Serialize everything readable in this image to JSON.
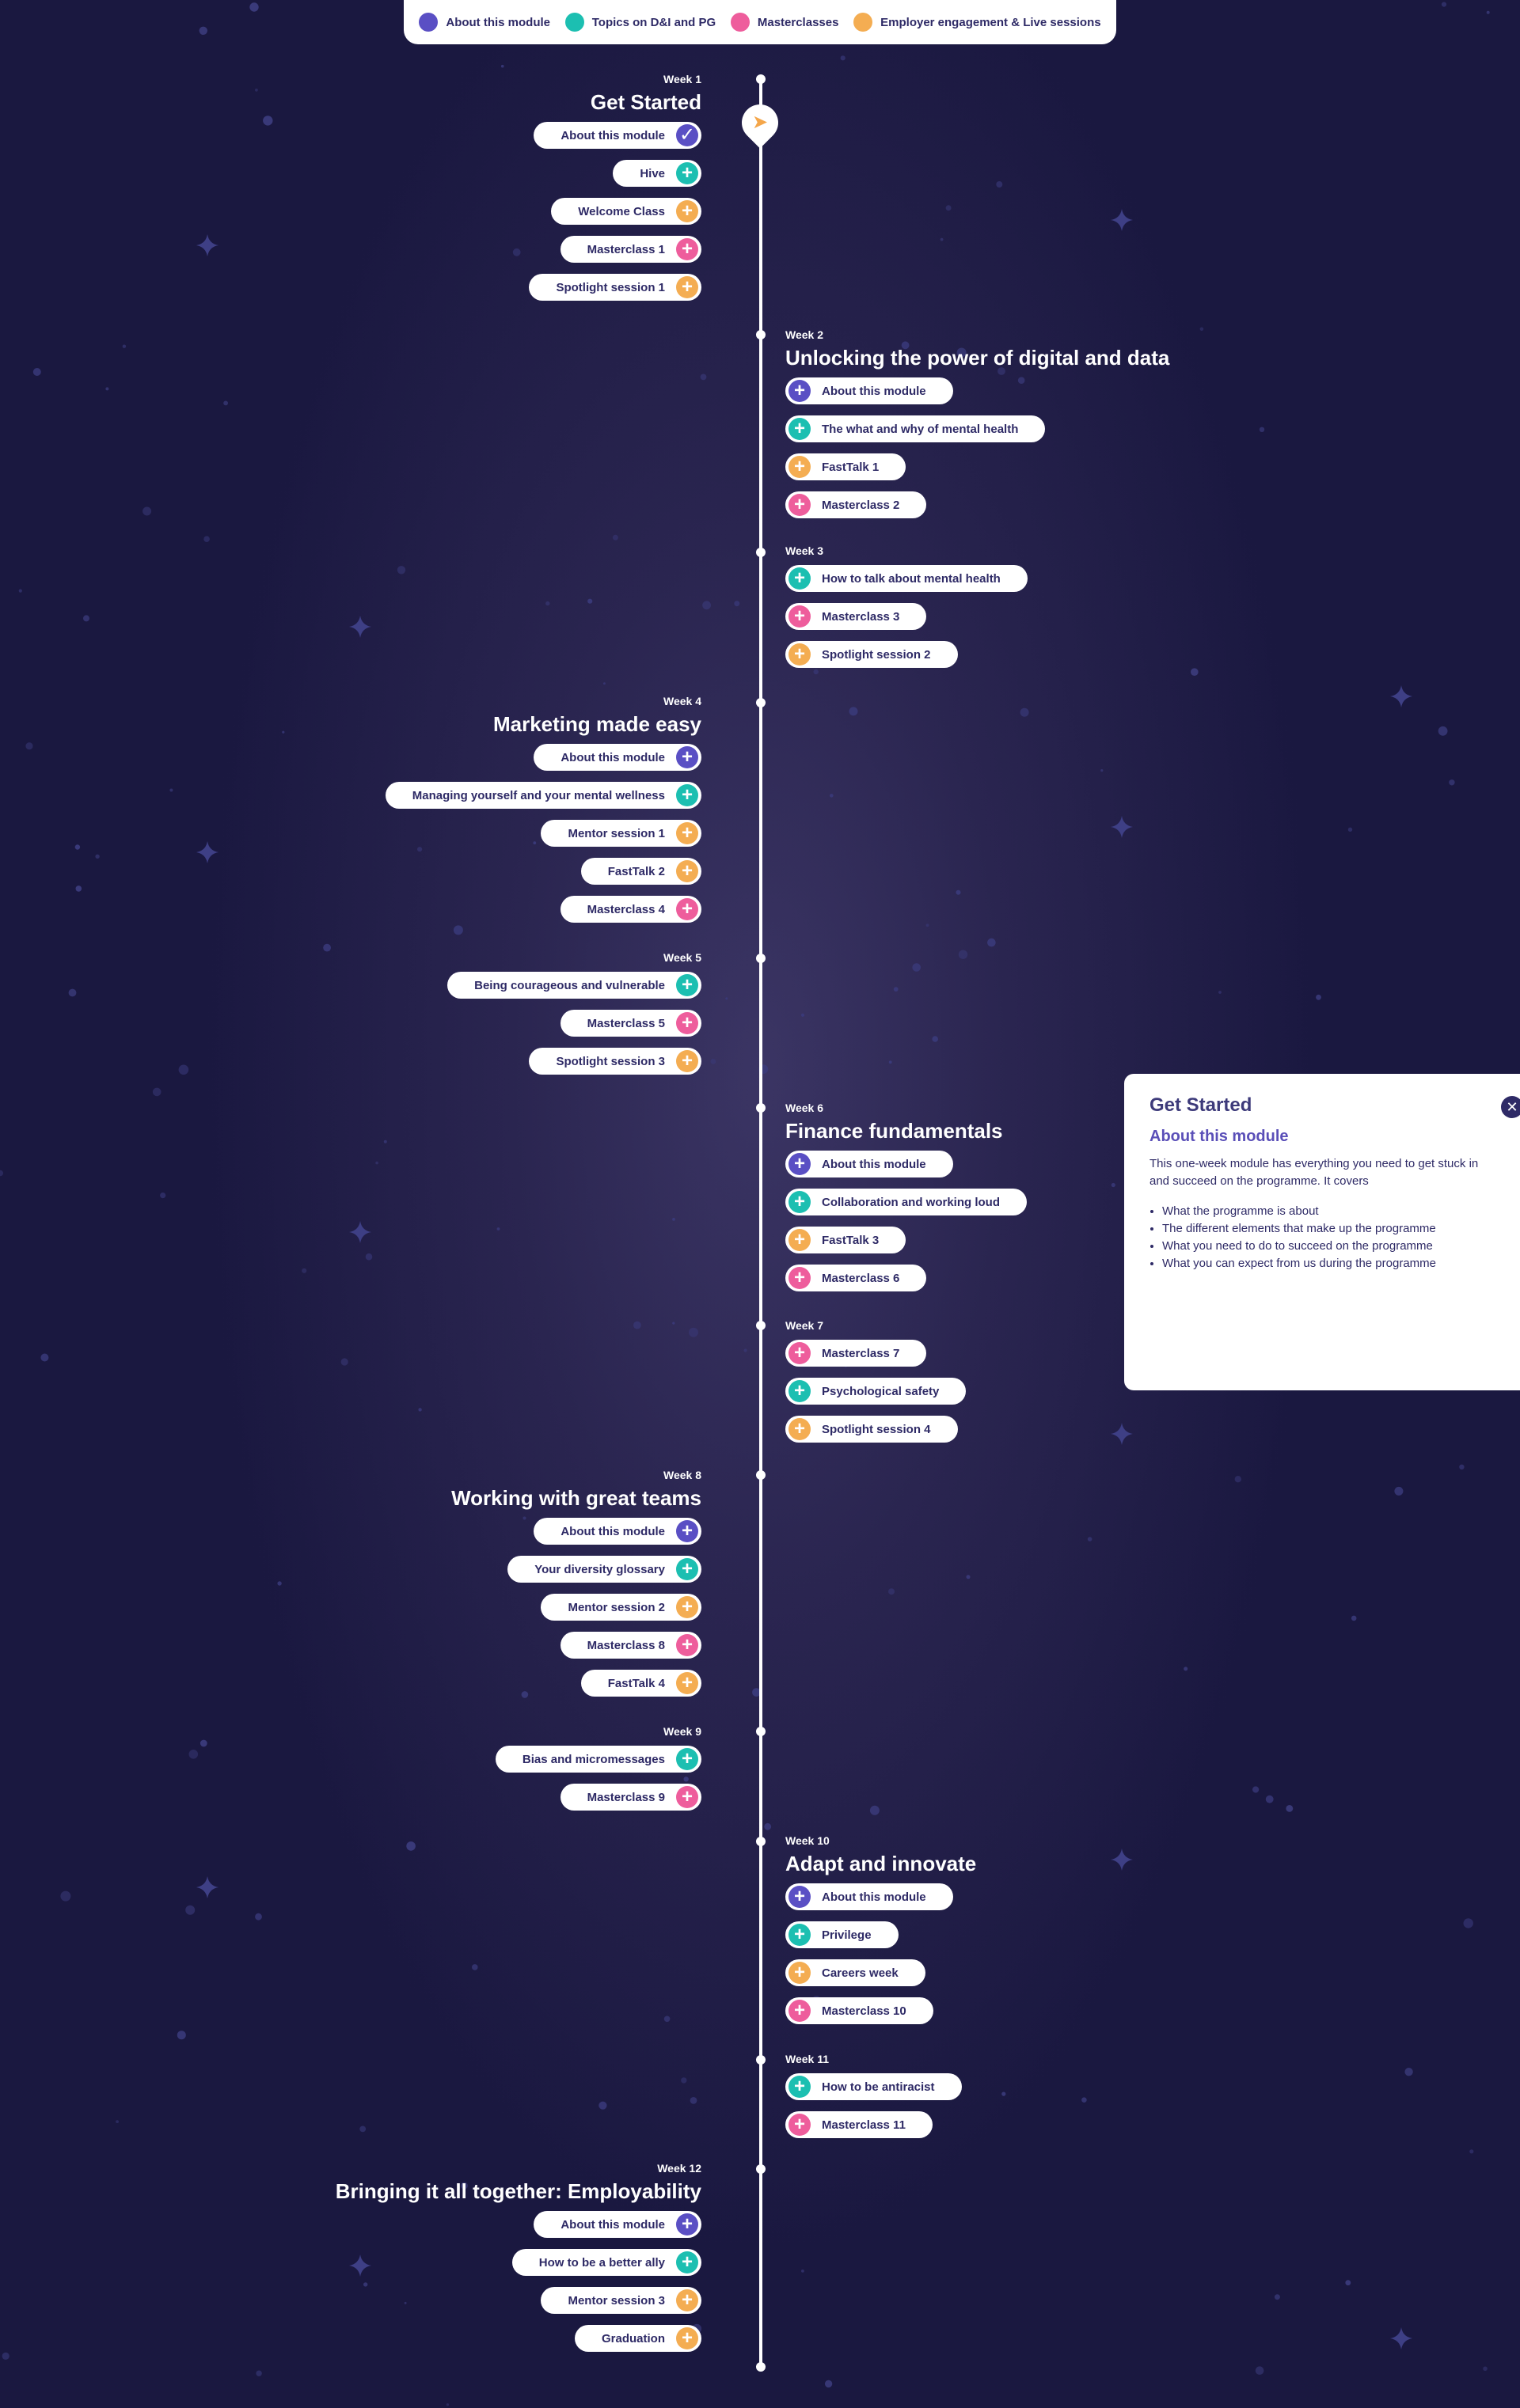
{
  "colors": {
    "about": "#5a4fc4",
    "topics": "#1cbfb1",
    "masterclass": "#ee5d9c",
    "employer": "#f4ad52",
    "text_dark": "#2e2a66"
  },
  "legend": [
    {
      "label": "About this module",
      "category": "about"
    },
    {
      "label": "Topics on D&I and PG",
      "category": "topics"
    },
    {
      "label": "Masterclasses",
      "category": "masterclass"
    },
    {
      "label": "Employer engagement & Live sessions",
      "category": "employer"
    }
  ],
  "weeks": [
    {
      "label": "Week 1",
      "title": "Get Started",
      "side": "left",
      "items": [
        {
          "label": "About this module",
          "category": "about",
          "icon": "check-icon"
        },
        {
          "label": "Hive",
          "category": "topics",
          "icon": "plus-icon"
        },
        {
          "label": "Welcome Class",
          "category": "employer",
          "icon": "plus-icon"
        },
        {
          "label": "Masterclass 1",
          "category": "masterclass",
          "icon": "plus-icon"
        },
        {
          "label": "Spotlight session 1",
          "category": "employer",
          "icon": "plus-icon"
        }
      ]
    },
    {
      "label": "Week 2",
      "title": "Unlocking the power of digital and data",
      "side": "right",
      "items": [
        {
          "label": "About this module",
          "category": "about",
          "icon": "plus-icon"
        },
        {
          "label": "The what and why of mental health",
          "category": "topics",
          "icon": "plus-icon"
        },
        {
          "label": "FastTalk 1",
          "category": "employer",
          "icon": "plus-icon"
        },
        {
          "label": "Masterclass 2",
          "category": "masterclass",
          "icon": "plus-icon"
        }
      ]
    },
    {
      "label": "Week 3",
      "title": "",
      "side": "right",
      "items": [
        {
          "label": "How to talk about mental health",
          "category": "topics",
          "icon": "plus-icon"
        },
        {
          "label": "Masterclass 3",
          "category": "masterclass",
          "icon": "plus-icon"
        },
        {
          "label": "Spotlight session 2",
          "category": "employer",
          "icon": "plus-icon"
        }
      ]
    },
    {
      "label": "Week 4",
      "title": "Marketing made easy",
      "side": "left",
      "items": [
        {
          "label": "About this module",
          "category": "about",
          "icon": "plus-icon"
        },
        {
          "label": "Managing yourself and your mental wellness",
          "category": "topics",
          "icon": "plus-icon"
        },
        {
          "label": "Mentor session 1",
          "category": "employer",
          "icon": "plus-icon"
        },
        {
          "label": "FastTalk 2",
          "category": "employer",
          "icon": "plus-icon"
        },
        {
          "label": "Masterclass 4",
          "category": "masterclass",
          "icon": "plus-icon"
        }
      ]
    },
    {
      "label": "Week 5",
      "title": "",
      "side": "left",
      "items": [
        {
          "label": "Being courageous and vulnerable",
          "category": "topics",
          "icon": "plus-icon"
        },
        {
          "label": "Masterclass 5",
          "category": "masterclass",
          "icon": "plus-icon"
        },
        {
          "label": "Spotlight session 3",
          "category": "employer",
          "icon": "plus-icon"
        }
      ]
    },
    {
      "label": "Week 6",
      "title": "Finance fundamentals",
      "side": "right",
      "items": [
        {
          "label": "About this module",
          "category": "about",
          "icon": "plus-icon"
        },
        {
          "label": "Collaboration and working loud",
          "category": "topics",
          "icon": "plus-icon"
        },
        {
          "label": "FastTalk 3",
          "category": "employer",
          "icon": "plus-icon"
        },
        {
          "label": "Masterclass 6",
          "category": "masterclass",
          "icon": "plus-icon"
        }
      ]
    },
    {
      "label": "Week 7",
      "title": "",
      "side": "right",
      "items": [
        {
          "label": "Masterclass 7",
          "category": "masterclass",
          "icon": "plus-icon"
        },
        {
          "label": "Psychological safety",
          "category": "topics",
          "icon": "plus-icon"
        },
        {
          "label": "Spotlight session 4",
          "category": "employer",
          "icon": "plus-icon"
        }
      ]
    },
    {
      "label": "Week 8",
      "title": "Working with great teams",
      "side": "left",
      "items": [
        {
          "label": "About this module",
          "category": "about",
          "icon": "plus-icon"
        },
        {
          "label": "Your diversity glossary",
          "category": "topics",
          "icon": "plus-icon"
        },
        {
          "label": "Mentor session 2",
          "category": "employer",
          "icon": "plus-icon"
        },
        {
          "label": "Masterclass 8",
          "category": "masterclass",
          "icon": "plus-icon"
        },
        {
          "label": "FastTalk 4",
          "category": "employer",
          "icon": "plus-icon"
        }
      ]
    },
    {
      "label": "Week 9",
      "title": "",
      "side": "left",
      "items": [
        {
          "label": "Bias and micromessages",
          "category": "topics",
          "icon": "plus-icon"
        },
        {
          "label": "Masterclass 9",
          "category": "masterclass",
          "icon": "plus-icon"
        }
      ]
    },
    {
      "label": "Week 10",
      "title": "Adapt and innovate",
      "side": "right",
      "items": [
        {
          "label": "About this module",
          "category": "about",
          "icon": "plus-icon"
        },
        {
          "label": "Privilege",
          "category": "topics",
          "icon": "plus-icon"
        },
        {
          "label": "Careers week",
          "category": "employer",
          "icon": "plus-icon"
        },
        {
          "label": "Masterclass 10",
          "category": "masterclass",
          "icon": "plus-icon"
        }
      ]
    },
    {
      "label": "Week 11",
      "title": "",
      "side": "right",
      "items": [
        {
          "label": "How to be antiracist",
          "category": "topics",
          "icon": "plus-icon"
        },
        {
          "label": "Masterclass 11",
          "category": "masterclass",
          "icon": "plus-icon"
        }
      ]
    },
    {
      "label": "Week 12",
      "title": "Bringing it all together: Employability",
      "side": "left",
      "items": [
        {
          "label": "About this module",
          "category": "about",
          "icon": "plus-icon"
        },
        {
          "label": "How to be a better ally",
          "category": "topics",
          "icon": "plus-icon"
        },
        {
          "label": "Mentor session 3",
          "category": "employer",
          "icon": "plus-icon"
        },
        {
          "label": "Graduation",
          "category": "employer",
          "icon": "plus-icon"
        }
      ]
    }
  ],
  "popup": {
    "title": "Get Started",
    "subtitle": "About this module",
    "description": "This one-week module has everything you need to get stuck in and succeed on the programme. It covers",
    "bullets": [
      "What the programme is about",
      "The different elements that make up the programme",
      "What you need to do to succeed on the programme",
      "What you can expect from us during the programme"
    ],
    "close_icon": "close-icon"
  },
  "start_marker_icon": "rocket-icon"
}
